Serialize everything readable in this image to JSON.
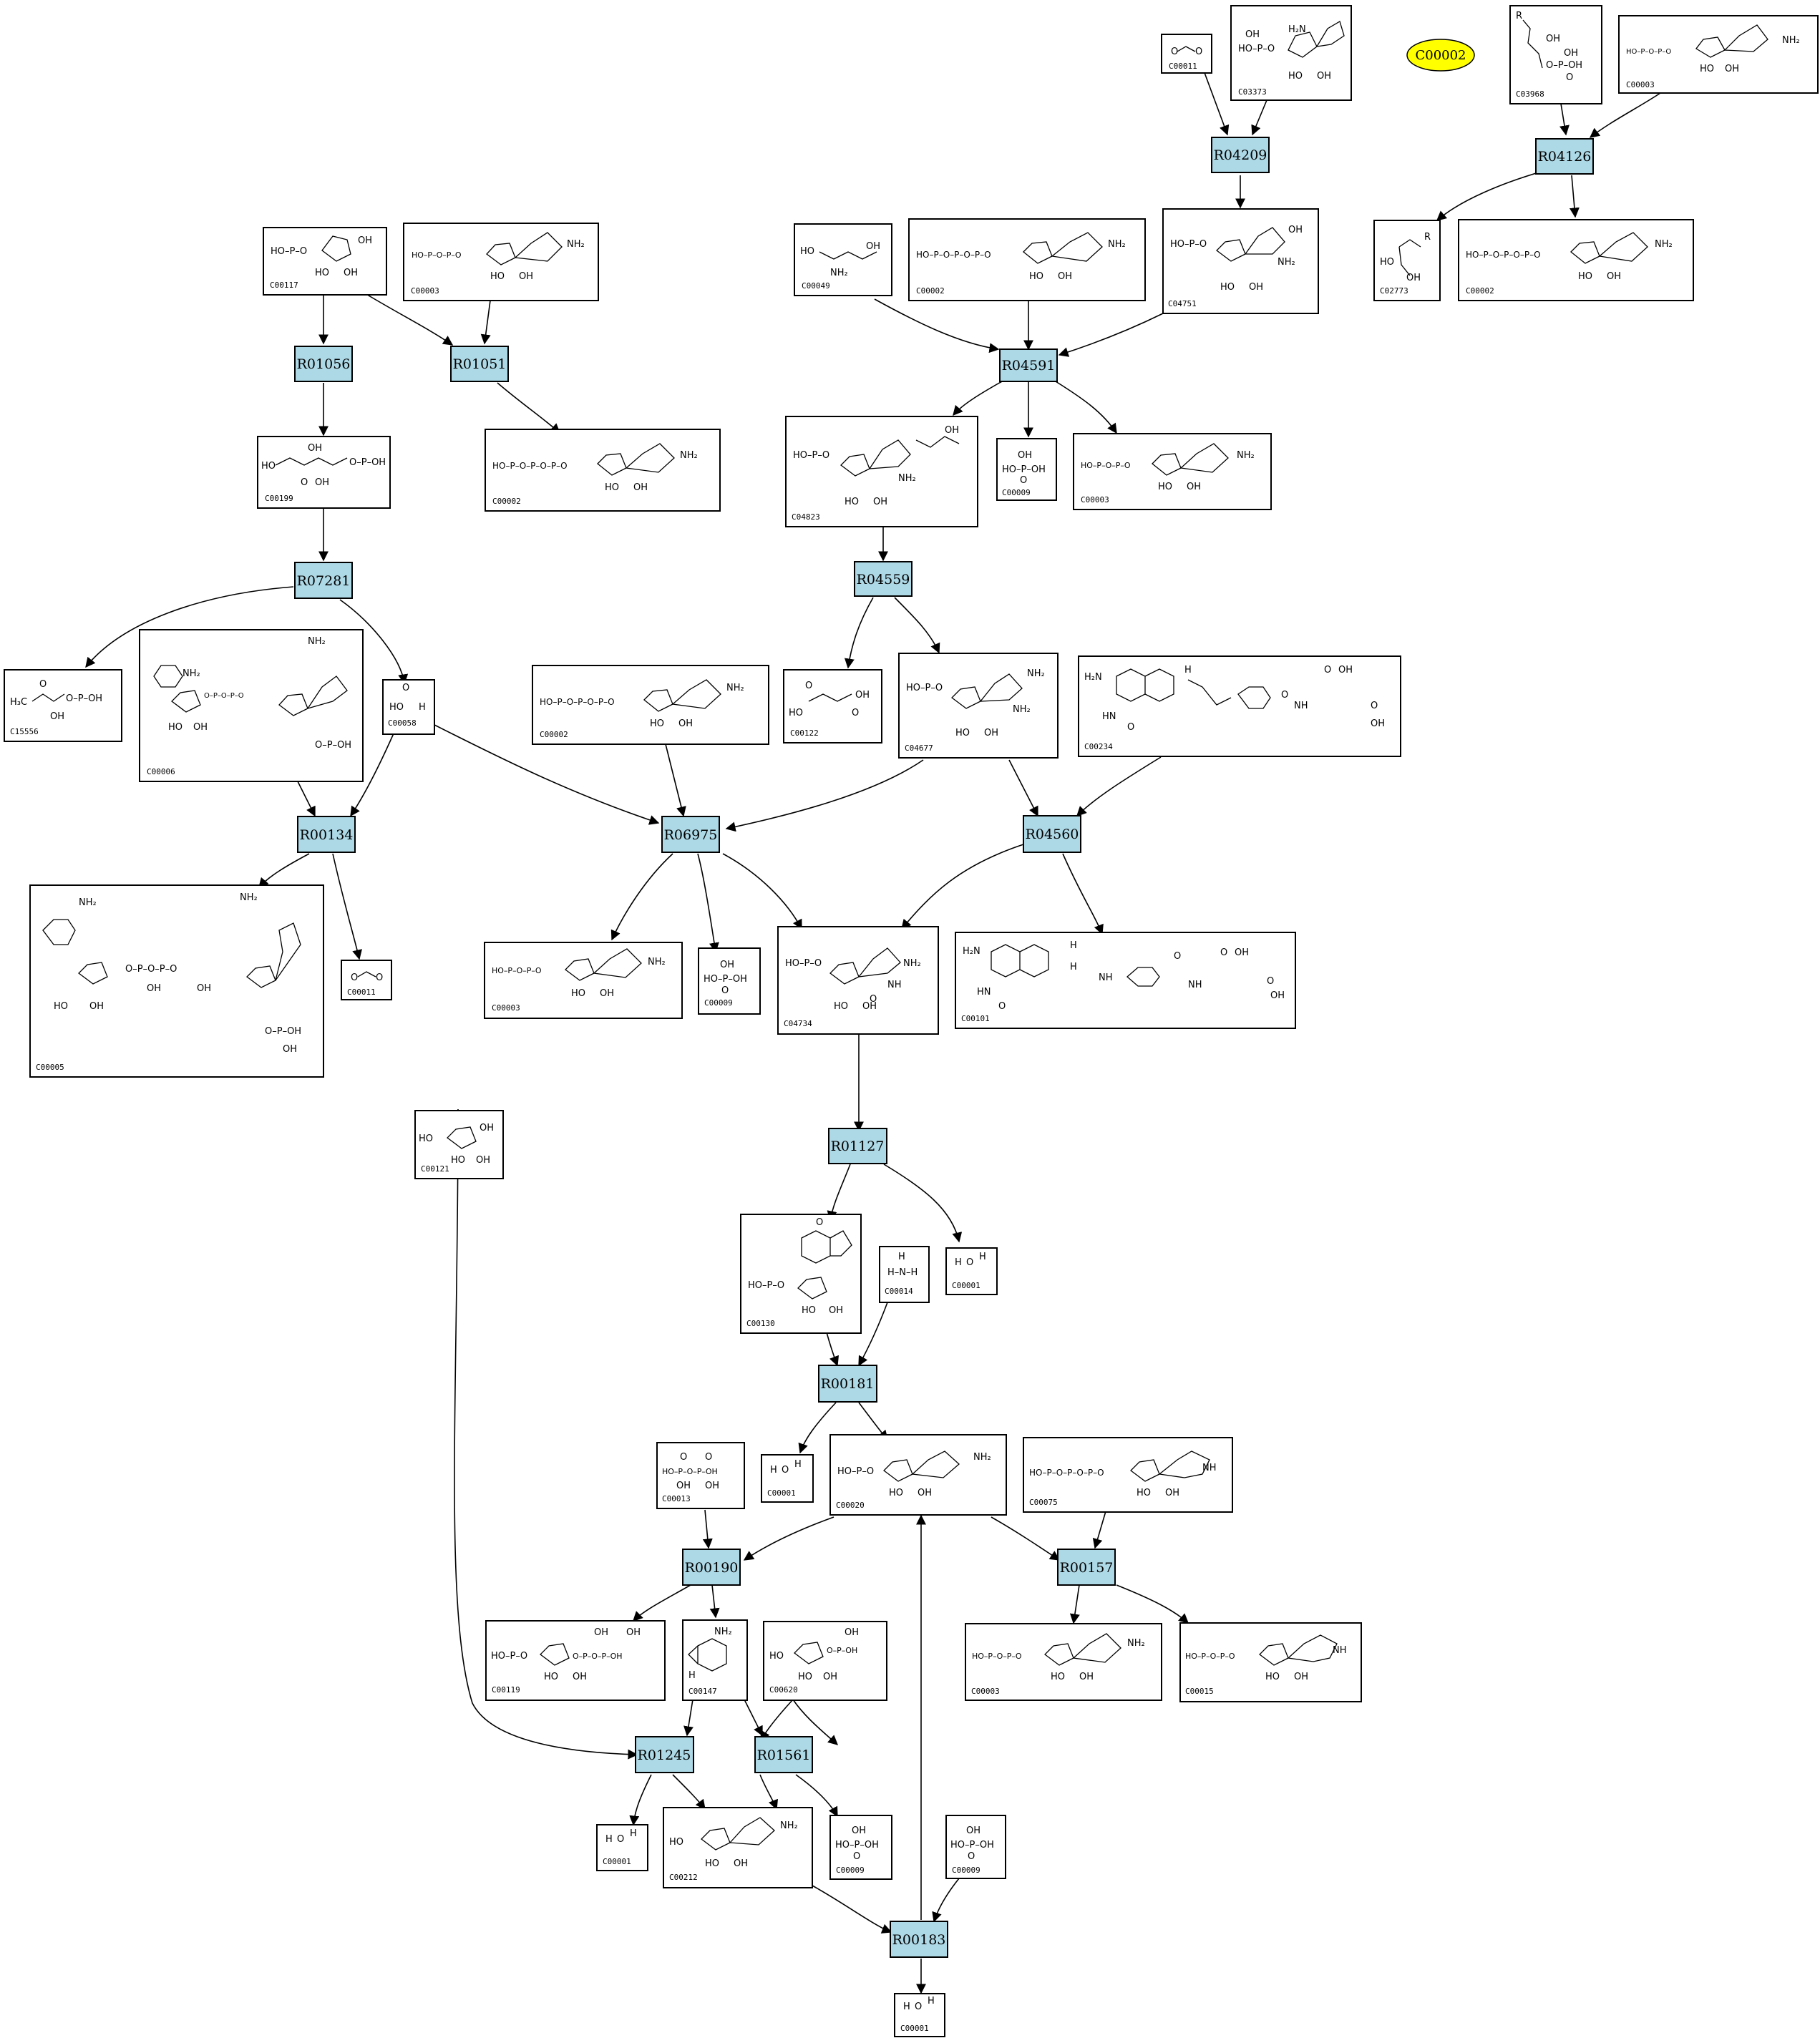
{
  "compounds": [
    {
      "id": "c00011a",
      "label": "C00011"
    },
    {
      "id": "c03373",
      "label": "C03373"
    },
    {
      "id": "c00002oval",
      "label": "C00002"
    },
    {
      "id": "c03968",
      "label": "C03968"
    },
    {
      "id": "c00003a",
      "label": "C00003"
    },
    {
      "id": "c00117",
      "label": "C00117"
    },
    {
      "id": "c00003b",
      "label": "C00003"
    },
    {
      "id": "c00049",
      "label": "C00049"
    },
    {
      "id": "c00002a",
      "label": "C00002"
    },
    {
      "id": "c04751",
      "label": "C04751"
    },
    {
      "id": "c02773",
      "label": "C02773"
    },
    {
      "id": "c00002b",
      "label": "C00002"
    },
    {
      "id": "c00199",
      "label": "C00199"
    },
    {
      "id": "c00002c",
      "label": "C00002"
    },
    {
      "id": "c04823",
      "label": "C04823"
    },
    {
      "id": "c00009a",
      "label": "C00009"
    },
    {
      "id": "c00003c",
      "label": "C00003"
    },
    {
      "id": "c15556",
      "label": "C15556"
    },
    {
      "id": "c00006",
      "label": "C00006"
    },
    {
      "id": "c00058",
      "label": "C00058"
    },
    {
      "id": "c00002d",
      "label": "C00002"
    },
    {
      "id": "c00122",
      "label": "C00122"
    },
    {
      "id": "c04677",
      "label": "C04677"
    },
    {
      "id": "c00234",
      "label": "C00234"
    },
    {
      "id": "c00005",
      "label": "C00005"
    },
    {
      "id": "c00011b",
      "label": "C00011"
    },
    {
      "id": "c00003d",
      "label": "C00003"
    },
    {
      "id": "c00009b",
      "label": "C00009"
    },
    {
      "id": "c04734",
      "label": "C04734"
    },
    {
      "id": "c00101",
      "label": "C00101"
    },
    {
      "id": "c00121",
      "label": "C00121"
    },
    {
      "id": "c00130",
      "label": "C00130"
    },
    {
      "id": "c00014",
      "label": "C00014"
    },
    {
      "id": "c00001a",
      "label": "C00001"
    },
    {
      "id": "c00013",
      "label": "C00013"
    },
    {
      "id": "c00001b",
      "label": "C00001"
    },
    {
      "id": "c00020",
      "label": "C00020"
    },
    {
      "id": "c00075",
      "label": "C00075"
    },
    {
      "id": "c00119",
      "label": "C00119"
    },
    {
      "id": "c00147",
      "label": "C00147"
    },
    {
      "id": "c00620",
      "label": "C00620"
    },
    {
      "id": "c00003e",
      "label": "C00003"
    },
    {
      "id": "c00015",
      "label": "C00015"
    },
    {
      "id": "c00001c",
      "label": "C00001"
    },
    {
      "id": "c00212",
      "label": "C00212"
    },
    {
      "id": "c00009c",
      "label": "C00009"
    },
    {
      "id": "c00009d",
      "label": "C00009"
    },
    {
      "id": "c00001d",
      "label": "C00001"
    }
  ],
  "reactions": [
    {
      "id": "r04209",
      "label": "R04209"
    },
    {
      "id": "r04126",
      "label": "R04126"
    },
    {
      "id": "r01056",
      "label": "R01056"
    },
    {
      "id": "r01051",
      "label": "R01051"
    },
    {
      "id": "r04591",
      "label": "R04591"
    },
    {
      "id": "r07281",
      "label": "R07281"
    },
    {
      "id": "r04559",
      "label": "R04559"
    },
    {
      "id": "r00134",
      "label": "R00134"
    },
    {
      "id": "r06975",
      "label": "R06975"
    },
    {
      "id": "r04560",
      "label": "R04560"
    },
    {
      "id": "r01127",
      "label": "R01127"
    },
    {
      "id": "r00181",
      "label": "R00181"
    },
    {
      "id": "r00190",
      "label": "R00190"
    },
    {
      "id": "r00157",
      "label": "R00157"
    },
    {
      "id": "r01245",
      "label": "R01245"
    },
    {
      "id": "r01561",
      "label": "R01561"
    },
    {
      "id": "r00183",
      "label": "R00183"
    }
  ],
  "colors": {
    "reaction_fill": "#add8e6",
    "highlight_oval": "#ffff00",
    "compound_fill": "#ffffff",
    "line": "#000000"
  }
}
